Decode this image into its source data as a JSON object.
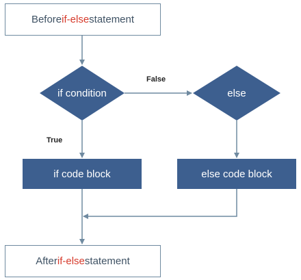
{
  "diagram": {
    "start_node": {
      "prefix": "Before ",
      "keyword": "if-else",
      "suffix": " statement"
    },
    "condition_node": {
      "label": "if condition"
    },
    "else_node": {
      "label": "else"
    },
    "if_block": {
      "label": "if code block"
    },
    "else_block": {
      "label": "else code block"
    },
    "end_node": {
      "prefix": "After ",
      "keyword": "if-else",
      "suffix": " statement"
    },
    "edges": {
      "false_label": "False",
      "true_label": "True"
    }
  },
  "colors": {
    "node_fill": "#3d5f8f",
    "outline": "#6f8aa0",
    "keyword": "#d63a2b",
    "connector": "#6f8aa0"
  }
}
